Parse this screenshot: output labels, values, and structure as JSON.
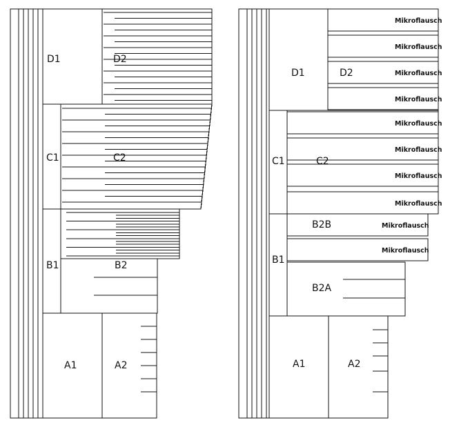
{
  "left_panel": {
    "labels": {
      "D1": "D1",
      "D2": "D2",
      "C1": "C1",
      "C2": "C2",
      "B1": "B1",
      "B2": "B2",
      "A1": "A1",
      "A2": "A2"
    }
  },
  "right_panel": {
    "labels": {
      "D1": "D1",
      "D2": "D2",
      "C1": "C1",
      "C2": "C2",
      "B1": "B1",
      "B2B": "B2B",
      "B2A": "B2A",
      "A1": "A1",
      "A2": "A2"
    },
    "material_tag": "Mikroflausch"
  }
}
